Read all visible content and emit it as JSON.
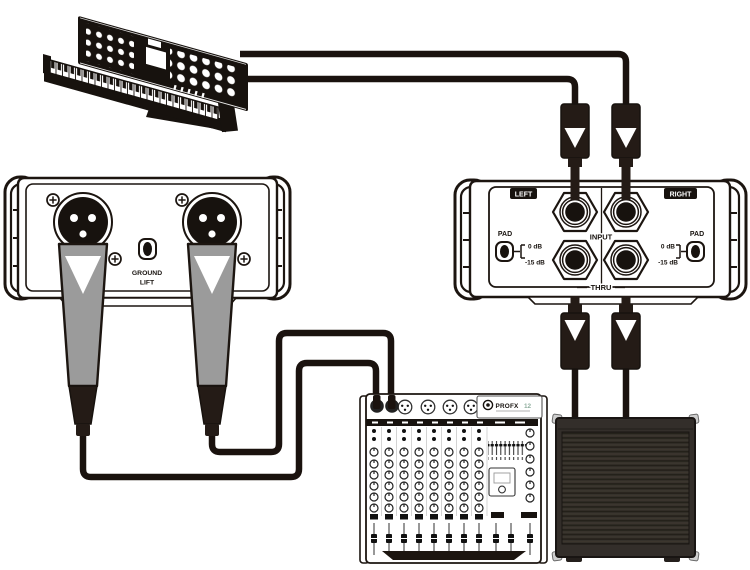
{
  "di_front": {
    "left_label": "LEFT",
    "right_label": "RIGHT",
    "input_label": "INPUT",
    "thru_label": "THRU",
    "pad_label": "PAD",
    "pad_zero": "0 dB",
    "pad_minus": "-15 dB"
  },
  "di_rear": {
    "ground_label": "GROUND",
    "lift_label": "LIFT"
  },
  "mixer": {
    "logo_text": "PROFX",
    "logo_model": "12"
  },
  "colors": {
    "outline": "#1c1510",
    "cable": "#1a120e",
    "plug_body": "#241b16",
    "connector_gray": "#9b9b9b",
    "speaker_body": "#332e2a",
    "speaker_trim": "#cccccc",
    "model_accent": "#8fae9e"
  }
}
